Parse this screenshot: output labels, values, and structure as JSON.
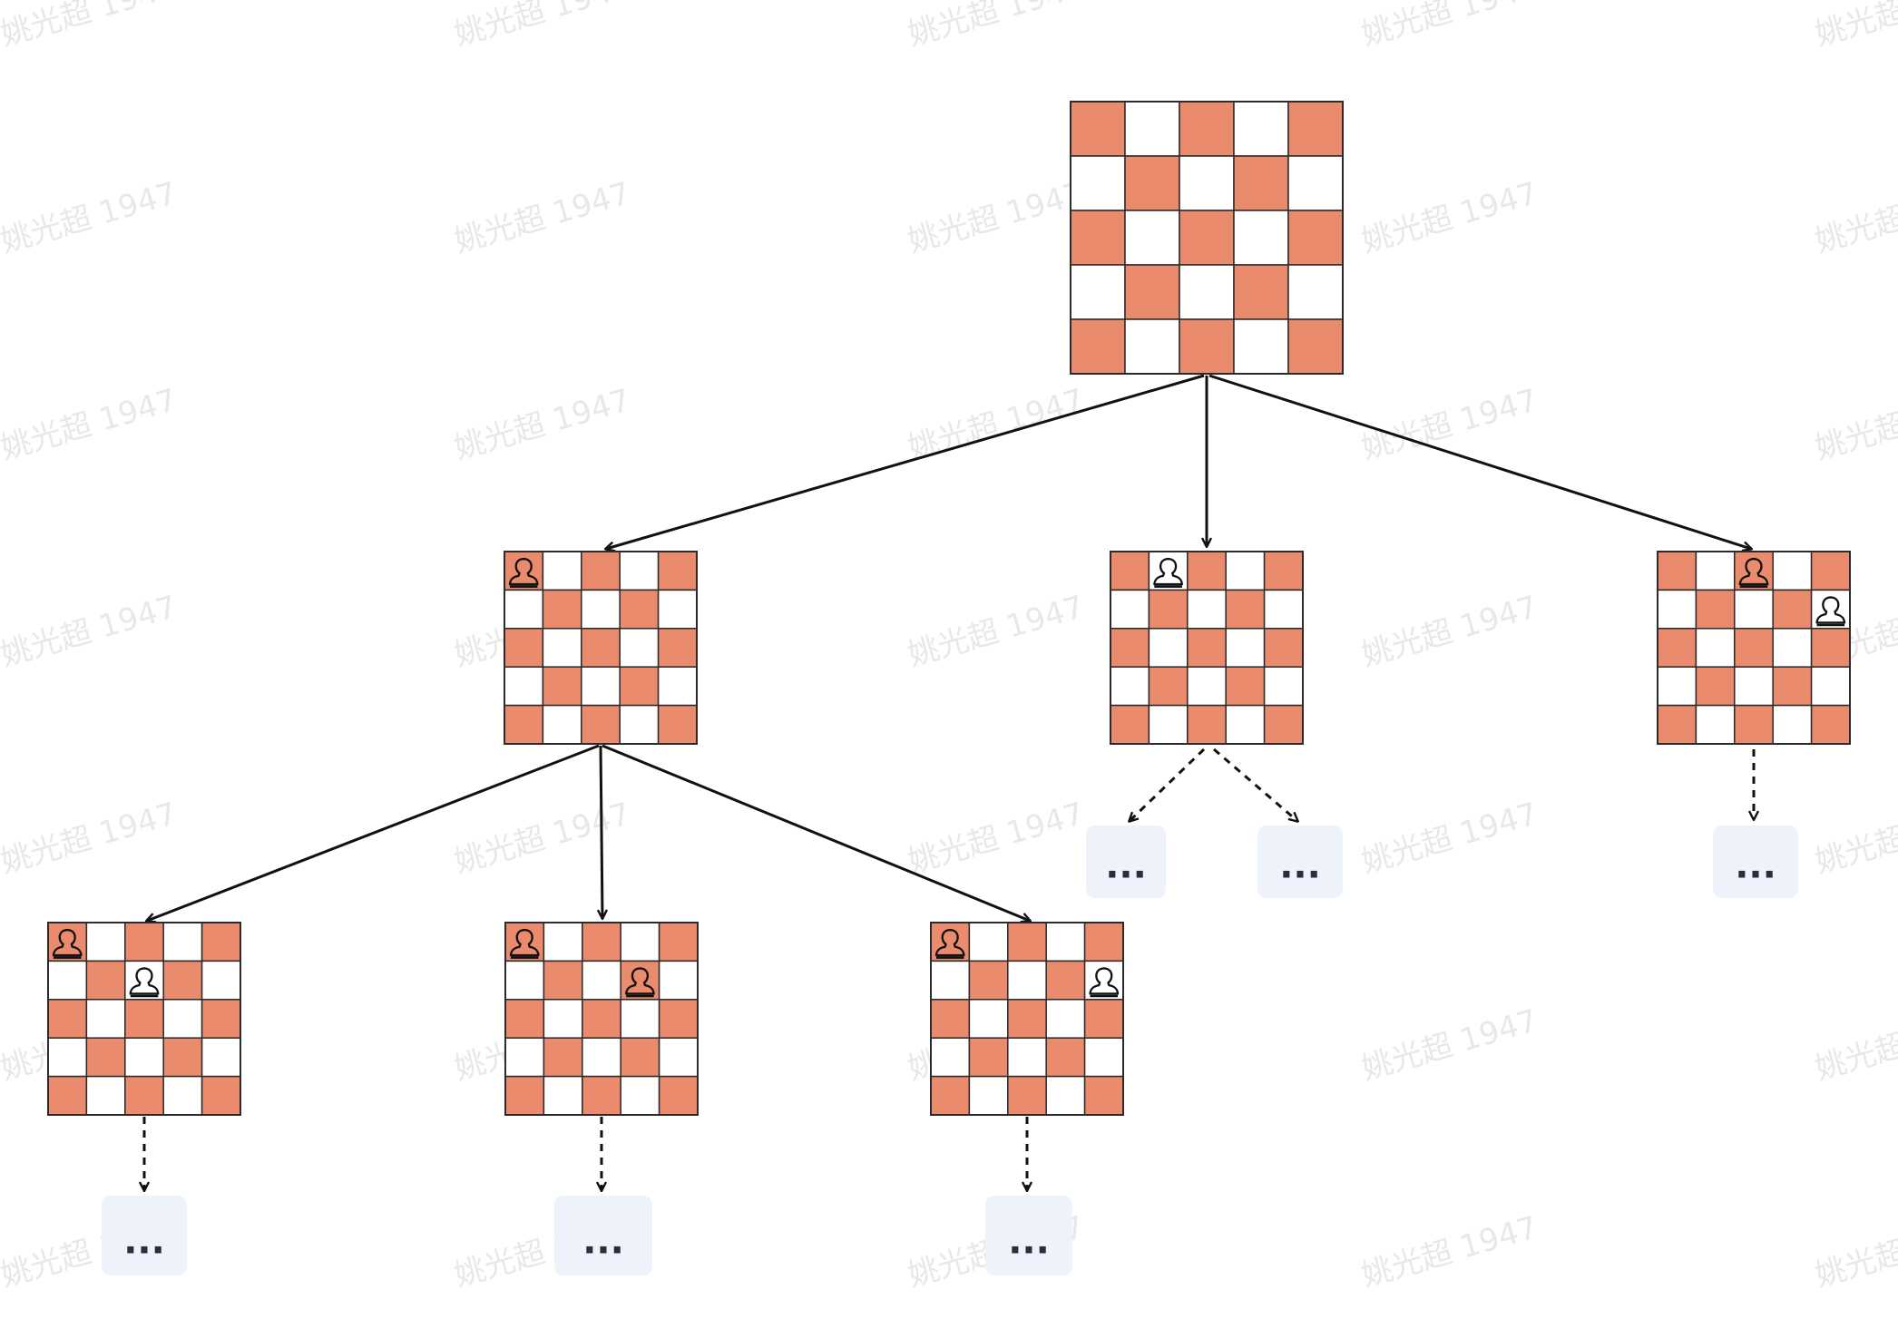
{
  "diagram": {
    "board_size": 5,
    "colors": {
      "dark_square": "#EA8B6D",
      "light_square": "#FFFFFF",
      "grid_line": "#2B2B2B",
      "arrow": "#111111",
      "placeholder_fill": "#EEF2FB",
      "placeholder_text": "#2A2D3A"
    },
    "watermark": "姚光超 1947",
    "boards": [
      {
        "id": "root",
        "queens": []
      },
      {
        "id": "q-r0c0",
        "queens": [
          [
            0,
            0
          ]
        ]
      },
      {
        "id": "q-r0c1",
        "queens": [
          [
            0,
            1
          ]
        ]
      },
      {
        "id": "q-r0c2-r1c4",
        "queens": [
          [
            0,
            2
          ],
          [
            1,
            4
          ]
        ]
      },
      {
        "id": "q-r0c0-r1c2",
        "queens": [
          [
            0,
            0
          ],
          [
            1,
            2
          ]
        ]
      },
      {
        "id": "q-r0c0-r1c3",
        "queens": [
          [
            0,
            0
          ],
          [
            1,
            3
          ]
        ]
      },
      {
        "id": "q-r0c0-r1c4",
        "queens": [
          [
            0,
            0
          ],
          [
            1,
            4
          ]
        ]
      }
    ],
    "placeholders": [
      {
        "id": "ph-1",
        "label": "..."
      },
      {
        "id": "ph-2",
        "label": "..."
      },
      {
        "id": "ph-3",
        "label": "..."
      },
      {
        "id": "ph-4",
        "label": "..."
      },
      {
        "id": "ph-5",
        "label": "..."
      },
      {
        "id": "ph-6",
        "label": "..."
      }
    ],
    "edges": [
      {
        "from": "root",
        "to": "q-r0c0",
        "style": "solid"
      },
      {
        "from": "root",
        "to": "q-r0c1",
        "style": "solid"
      },
      {
        "from": "root",
        "to": "q-r0c2-r1c4",
        "style": "solid"
      },
      {
        "from": "q-r0c0",
        "to": "q-r0c0-r1c2",
        "style": "solid"
      },
      {
        "from": "q-r0c0",
        "to": "q-r0c0-r1c3",
        "style": "solid"
      },
      {
        "from": "q-r0c0",
        "to": "q-r0c0-r1c4",
        "style": "solid"
      },
      {
        "from": "q-r0c1",
        "to": "ph-1",
        "style": "dashed"
      },
      {
        "from": "q-r0c1",
        "to": "ph-2",
        "style": "dashed"
      },
      {
        "from": "q-r0c2-r1c4",
        "to": "ph-3",
        "style": "dashed"
      },
      {
        "from": "q-r0c0-r1c2",
        "to": "ph-4",
        "style": "dashed"
      },
      {
        "from": "q-r0c0-r1c3",
        "to": "ph-5",
        "style": "dashed"
      },
      {
        "from": "q-r0c0-r1c4",
        "to": "ph-6",
        "style": "dashed"
      }
    ]
  }
}
